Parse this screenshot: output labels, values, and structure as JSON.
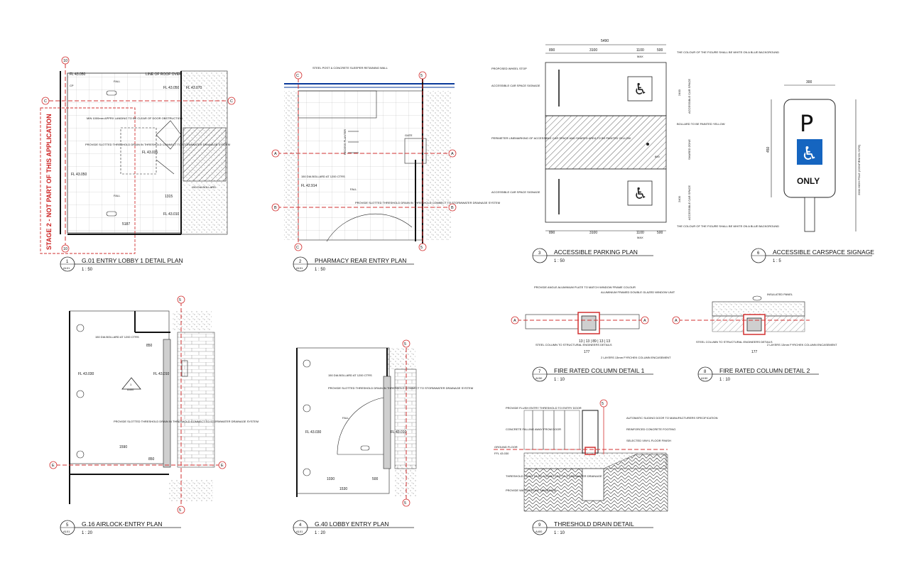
{
  "sheet": {
    "details": [
      {
        "num": "1",
        "ref": "A101",
        "title": "G.01 ENTRY LOBBY 1 DETAIL PLAN",
        "scale": "1 : 50"
      },
      {
        "num": "2",
        "ref": "A101",
        "title": "PHARMACY REAR ENTRY PLAN",
        "scale": "1 : 50"
      },
      {
        "num": "3",
        "ref": "",
        "title": "ACCESSIBLE PARKING PLAN",
        "scale": "1 : 50"
      },
      {
        "num": "6",
        "ref": "",
        "title": "ACCESSIBLE CARSPACE SIGNAGE",
        "scale": "1 : 5"
      },
      {
        "num": "7",
        "ref": "A150",
        "title": "FIRE RATED COLUMN DETAIL 1",
        "scale": "1 : 10"
      },
      {
        "num": "8",
        "ref": "A150",
        "title": "FIRE RATED COLUMN DETAIL 2",
        "scale": "1 : 10"
      },
      {
        "num": "5",
        "ref": "A101",
        "title": "G.16 AIRLOCK-ENTRY PLAN",
        "scale": "1 : 20"
      },
      {
        "num": "4",
        "ref": "A101",
        "title": "G.40 LOBBY ENTRY PLAN",
        "scale": "1 : 20"
      },
      {
        "num": "9",
        "ref": "A400",
        "title": "THRESHOLD DRAIN DETAIL",
        "scale": "1 : 10"
      }
    ]
  },
  "grid_labels": {
    "ten": "10",
    "c": "C",
    "a": "A",
    "b": "B",
    "five": "5",
    "e": "E"
  },
  "stage_note": "STAGE 2 - NOT PART OF THIS APPLICATION",
  "plan1": {
    "fl_a": "FL 43.050",
    "fl_b": "FL 43.050",
    "fl_c": "FL 43.035",
    "fl_d": "FL 43.050",
    "fl_e": "FL 43.070",
    "fl_f": "FL 43.010",
    "fall": "FALL",
    "roof_over": "LINE OF ROOF OVER",
    "dim_a": "1315",
    "dim_b": "5187",
    "cp": "CP",
    "note_a": "MIN 1000mm APPRX LANDING TO BE CLEAR OF DOOR OBSTRUCTION",
    "note_b": "PROVIDE SLOTTED THRESHOLD DRAIN IN THRESHOLD CONNECT TO STORMWATER DRAINAGE SYSTEM",
    "note_c": "150 DIA BOLLARD"
  },
  "plan2": {
    "fl_a": "FL 42.914",
    "fall": "FALL",
    "gate": "GATE",
    "recess": "RECESS PLANTER",
    "note_a": "STEEL POST & CONCRETE SLEEPER RETAINING WALL",
    "note_b": "PROVIDE SLOTTED THRESHOLD DRAIN IN THRESHOLD CONNECT TO STORMWATER DRAINAGE SYSTEM",
    "note_c": "150 DIA BOLLARD AT 1200 CTRS"
  },
  "plan3": {
    "total": "5490",
    "d1": "890",
    "d2": "3100",
    "d3": "1100",
    "d3max": "MAX",
    "d4": "500",
    "wheel_stop": "PROPOSED WHEEL STOP",
    "signage": "ACCESSIBLE CAR SPACE SIGNAGE",
    "perimeter": "PERIMETER LINEMARKING OF ACCESSIBLE CAR SPACE AND SHARED AREA TO BE PAINTED YELLOW",
    "bollard": "BOLLARD TO BE PAINTED YELLOW",
    "colour_note": "THE COLOUR OF THE FIGURE SHALL BE WHITE ON A BLUE BACKGROUND",
    "acc_space": "ACCESSIBLE CAR SPACE",
    "shared_zone": "SHARED ZONE",
    "side_dim": "2400",
    "v800": "800"
  },
  "sign": {
    "letter": "P",
    "only": "ONLY",
    "w": "300",
    "h": "450",
    "pole": "2000 HIGH POLE (CONFIRM ON SITE)"
  },
  "col1": {
    "note_a": "PROVIDE ANGLE ALUMINIUM PLATE TO MATCH WINDOW FRAME COLOUR",
    "note_b": "ALUMINIUM FRAMED DOUBLE GLAZED WINDOW UNIT",
    "note_c": "STEEL COLUMN TO STRUCTURAL ENGINEERS DETAILS",
    "note_d": "2 LAYERS 13mm FYRCHEK COLUMN ENCASEMENT",
    "dim": "177",
    "subdims": "13 | 13 | 89 | 13 | 13"
  },
  "col2": {
    "note_a": "INSULATED PANEL",
    "note_b": "STEEL COLUMN TO STRUCTURAL ENGINEERS DETAILS",
    "note_c": "2 LAYERS 13mm FYRCHEK COLUMN ENCASEMENT",
    "dim": "177"
  },
  "plan5": {
    "fl_a": "FL 43.030",
    "fl_b": "FL 43.010",
    "d_a": "850",
    "d_b": "1590",
    "d_c": "850",
    "note_a": "150 DIA BOLLARD AT 1200 CTRS",
    "note_b": "PROVIDE SLOTTED THRESHOLD DRAIN IN THRESHOLD CONNECT TO STORMWATER DRAINAGE SYSTEM",
    "callout": "1",
    "callout_ref": "A400"
  },
  "plan4": {
    "fl_a": "FL 43.030",
    "fl_b": "FL 43.010",
    "fall": "FALL",
    "d_a": "1030",
    "d_b": "500",
    "d_c": "1530",
    "note_a": "150 DIA BOLLARD AT 1200 CTRS",
    "note_b": "PROVIDE SLOTTED THRESHOLD DRAIN IN THRESHOLD CONNECT TO STORMWATER DRAINAGE SYSTEM"
  },
  "drain": {
    "ground": "GROUND FLOOR",
    "fl": "FFL 43.030",
    "note_a": "PROVIDE FLUSH ENTRY THRESHOLD TO ENTRY DOOR",
    "note_b": "CONCRETE FALLING AWAY FROM DOOR",
    "note_c": "THRESHOLD DRAIN TO BE CONNECTED TO STORMWATER DRAINAGE",
    "note_d": "PROVIDE WATERPROOF MEMBRANE",
    "note_e": "AUTOMATIC SLIDING DOOR TO MANUFACTURERS SPECIFICATION",
    "note_f": "REINFORCED CONCRETE FOOTING",
    "note_g": "SELECTED VINYL FLOOR FINISH"
  }
}
